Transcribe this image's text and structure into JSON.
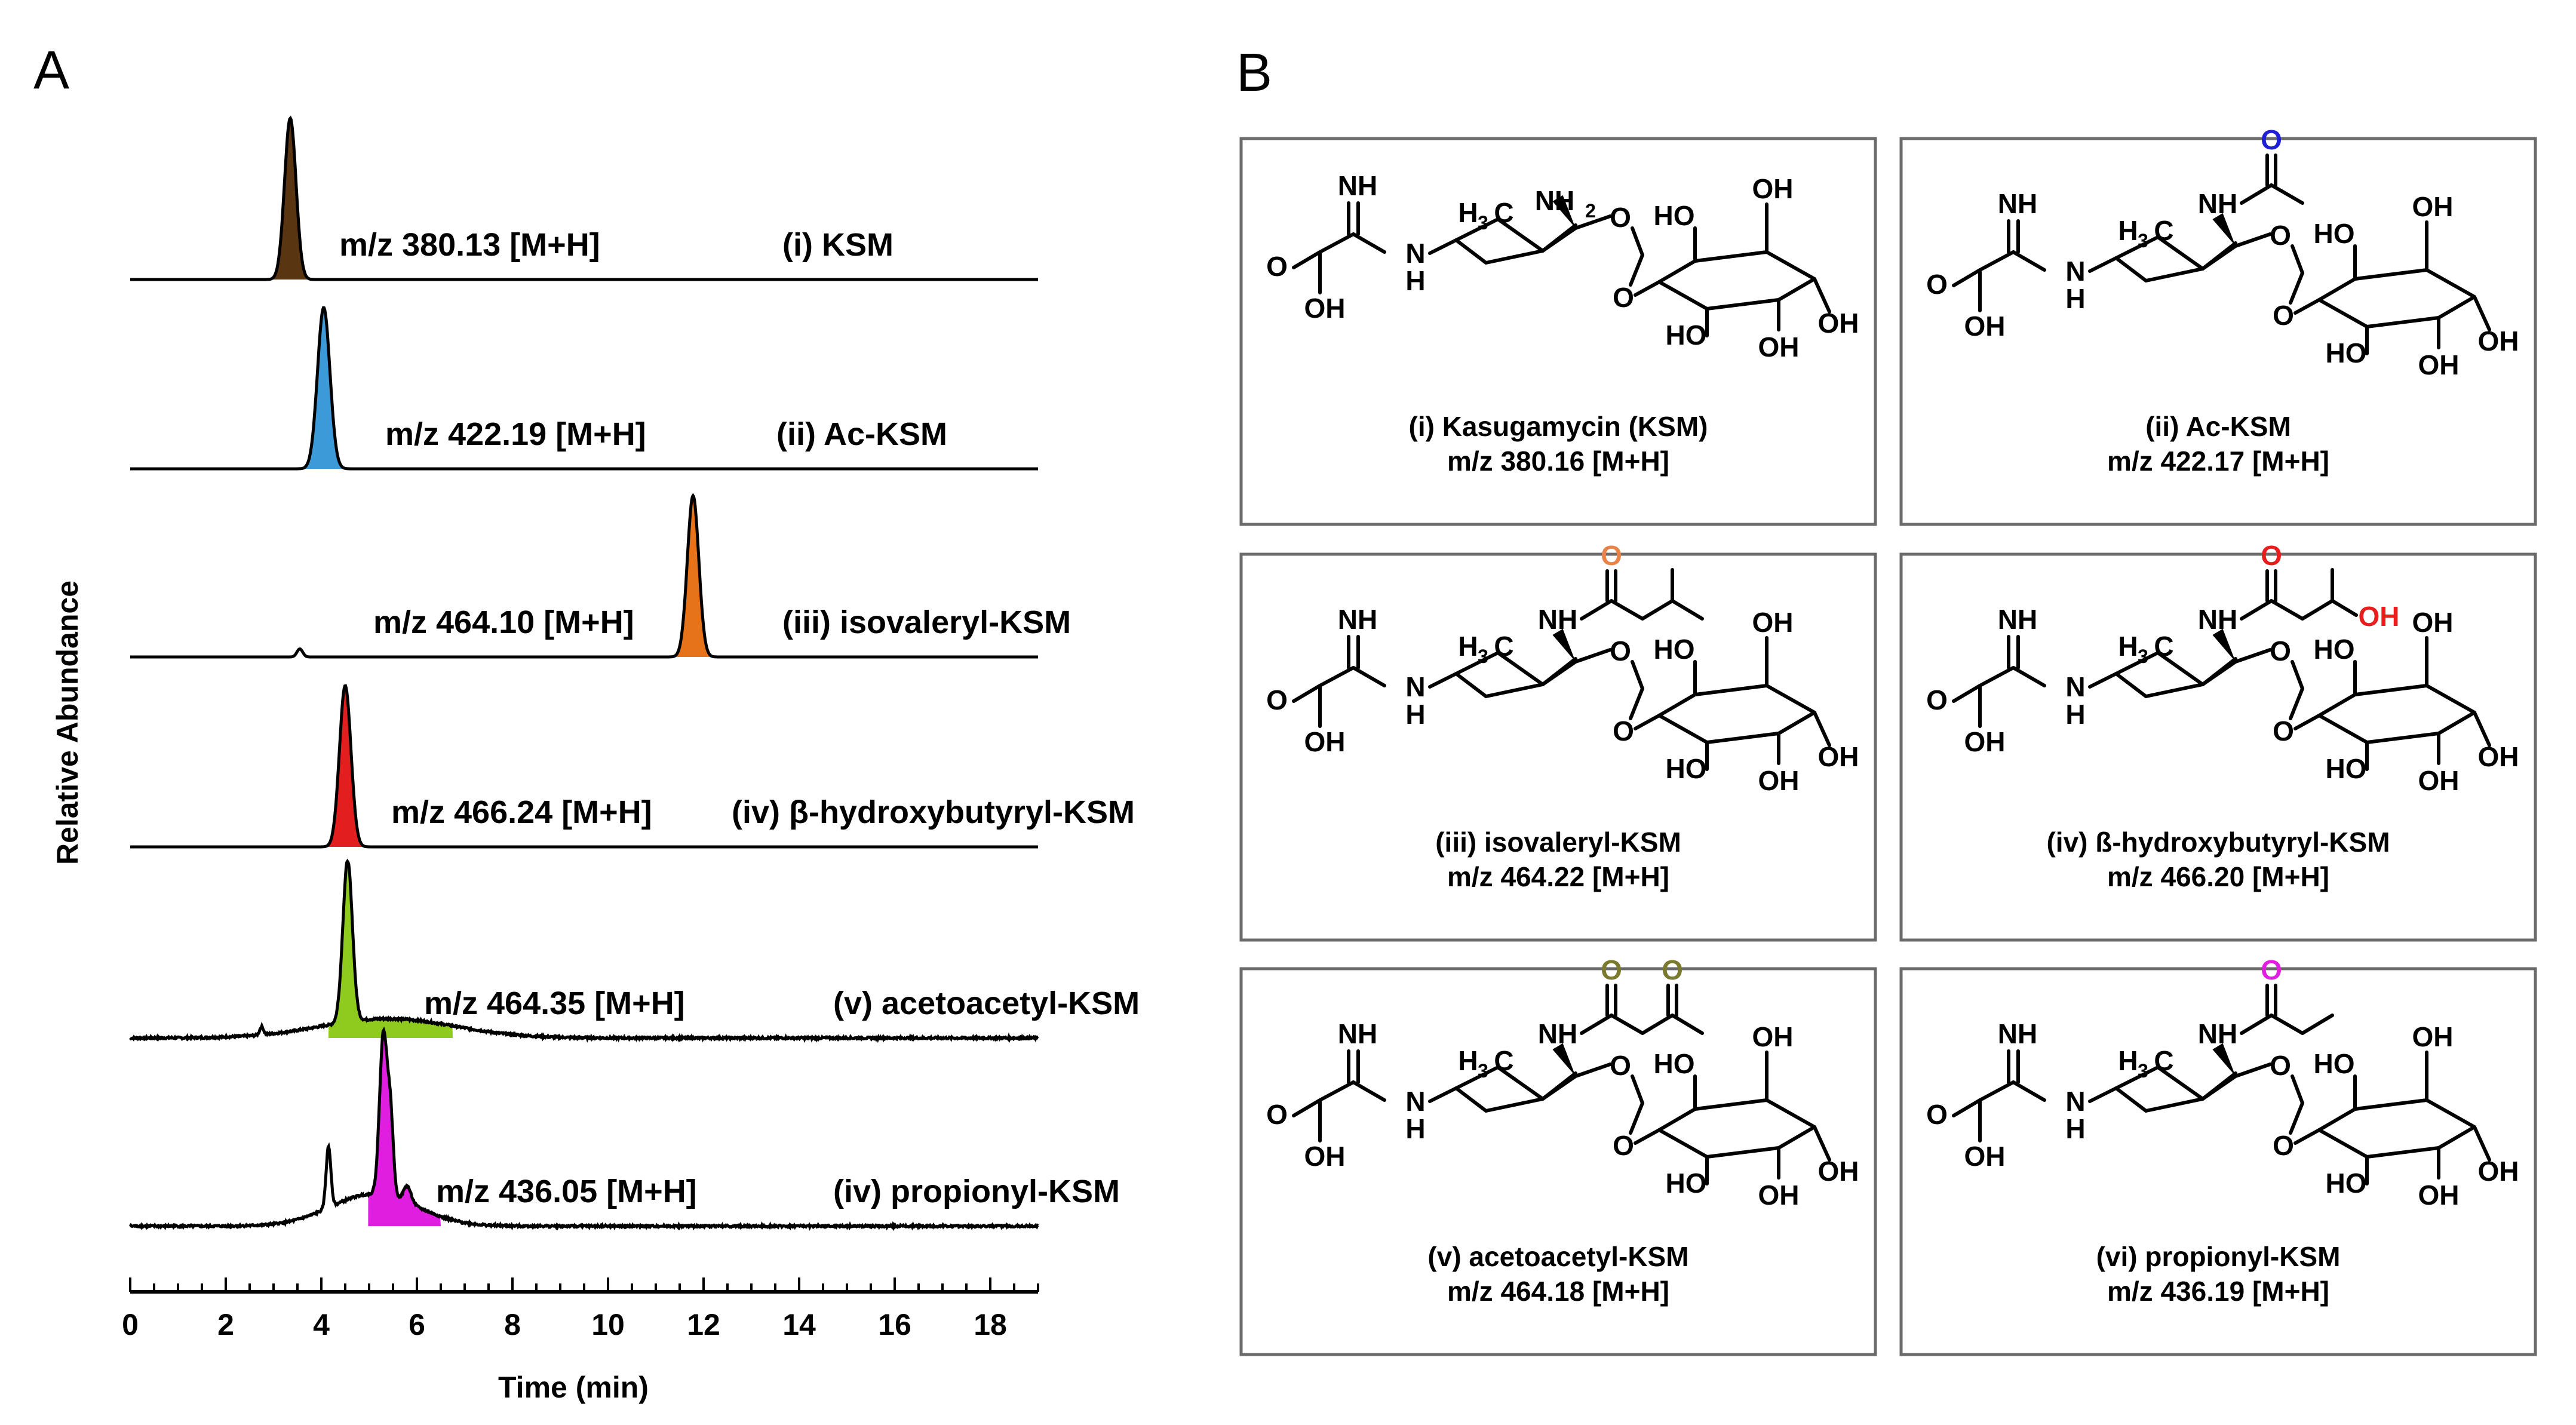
{
  "panel_a": {
    "letter": "A",
    "ylabel": "Relative Abundance",
    "xlabel": "Time (min)"
  },
  "panel_b": {
    "letter": "B",
    "compounds": [
      {
        "name": "(i) Kasugamycin (KSM)",
        "mz": "m/z 380.16 [M+H]",
        "acyl": "none",
        "acyl_color": "#000000"
      },
      {
        "name": "(ii) Ac-KSM",
        "mz": "m/z 422.17 [M+H]",
        "acyl": "acetyl",
        "acyl_color": "#1f1fd6"
      },
      {
        "name": "(iii) isovaleryl-KSM",
        "mz": "m/z 464.22 [M+H]",
        "acyl": "isovaleryl",
        "acyl_color": "#e8844a"
      },
      {
        "name": "(iv) ß-hydroxybutyryl-KSM",
        "mz": "m/z 466.20 [M+H]",
        "acyl": "3-hydroxybutyryl",
        "acyl_color": "#e61e1e"
      },
      {
        "name": "(v) acetoacetyl-KSM",
        "mz": "m/z 464.18 [M+H]",
        "acyl": "acetoacetyl",
        "acyl_color": "#7a7a2e"
      },
      {
        "name": "(vi) propionyl-KSM",
        "mz": "m/z 436.19 [M+H]",
        "acyl": "propionyl",
        "acyl_color": "#e01ee0"
      }
    ],
    "atoms": {
      "NH": "NH",
      "N": "N",
      "H": "H",
      "O": "O",
      "OH": "OH",
      "HO": "HO",
      "NH2": "NH",
      "C": "C",
      "two": "2",
      "three": "3"
    }
  },
  "chart_data": {
    "type": "line",
    "xlim": [
      0,
      19
    ],
    "x_ticks": [
      0,
      2,
      4,
      6,
      8,
      10,
      12,
      14,
      16,
      18
    ],
    "x_tick_labels": [
      "0",
      "2",
      "4",
      "6",
      "8",
      "10",
      "12",
      "14",
      "16",
      "18"
    ],
    "xlabel": "Time (min)",
    "ylabel": "Relative Abundance",
    "series": [
      {
        "mz_label": "m/z 380.13 [M+H]",
        "compound_label": "(i) KSM",
        "color": "#5a3512",
        "peaks": [
          {
            "rt": 3.35,
            "height": 1.0,
            "width": 0.12
          }
        ]
      },
      {
        "mz_label": "m/z 422.19 [M+H]",
        "compound_label": "(ii) Ac-KSM",
        "color": "#3d9ad8",
        "peaks": [
          {
            "rt": 4.05,
            "height": 1.0,
            "width": 0.13
          }
        ]
      },
      {
        "mz_label": "m/z 464.10 [M+H]",
        "compound_label": "(iii) isovaleryl-KSM",
        "color": "#e6731a",
        "peaks": [
          {
            "rt": 11.78,
            "height": 1.0,
            "width": 0.12
          },
          {
            "rt": 3.55,
            "height": 0.05,
            "width": 0.06
          }
        ]
      },
      {
        "mz_label": "m/z 466.24 [M+H]",
        "compound_label": "(iv) β-hydroxybutyryl-KSM",
        "color": "#e31e1e",
        "peaks": [
          {
            "rt": 4.5,
            "height": 1.0,
            "width": 0.12
          }
        ]
      },
      {
        "mz_label": "m/z 464.35 [M+H]",
        "compound_label": "(v) acetoacetyl-KSM",
        "color": "#8ecb1e",
        "peaks": [
          {
            "rt": 4.55,
            "height": 1.0,
            "width": 0.1
          },
          {
            "rt": 5.4,
            "height": 0.12,
            "width": 1.4
          },
          {
            "rt": 2.75,
            "height": 0.05,
            "width": 0.04
          }
        ]
      },
      {
        "mz_label": "m/z 436.05 [M+H]",
        "compound_label": "(iv) propionyl-KSM",
        "color": "#e01ee0",
        "peaks": [
          {
            "rt": 5.3,
            "height": 1.0,
            "width": 0.08
          },
          {
            "rt": 5.45,
            "height": 0.45,
            "width": 0.06
          },
          {
            "rt": 4.15,
            "height": 0.38,
            "width": 0.05
          },
          {
            "rt": 5.1,
            "height": 0.2,
            "width": 0.9
          },
          {
            "rt": 5.8,
            "height": 0.1,
            "width": 0.08
          }
        ]
      }
    ]
  }
}
